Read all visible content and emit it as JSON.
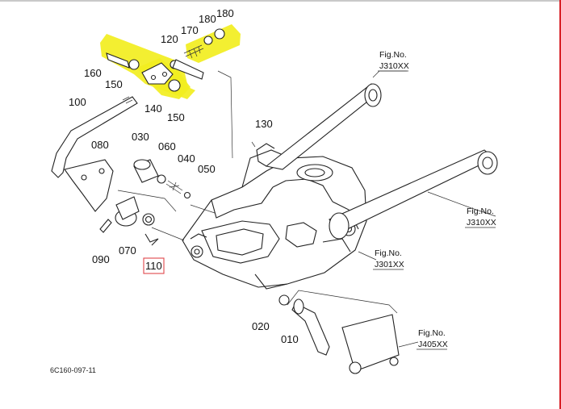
{
  "highlight_color": "#f2ee1f",
  "box_color": "#e0464b",
  "parts": [
    {
      "key": "p180a",
      "label": "180"
    },
    {
      "key": "p180b",
      "label": "180"
    },
    {
      "key": "p170",
      "label": "170"
    },
    {
      "key": "p120",
      "label": "120"
    },
    {
      "key": "p160",
      "label": "160"
    },
    {
      "key": "p150a",
      "label": "150"
    },
    {
      "key": "p140",
      "label": "140"
    },
    {
      "key": "p150b",
      "label": "150"
    },
    {
      "key": "p100",
      "label": "100"
    },
    {
      "key": "p130",
      "label": "130"
    },
    {
      "key": "p080",
      "label": "080"
    },
    {
      "key": "p030",
      "label": "030"
    },
    {
      "key": "p060",
      "label": "060"
    },
    {
      "key": "p040",
      "label": "040"
    },
    {
      "key": "p050",
      "label": "050"
    },
    {
      "key": "p070",
      "label": "070"
    },
    {
      "key": "p090",
      "label": "090"
    },
    {
      "key": "p110",
      "label": "110"
    },
    {
      "key": "p020",
      "label": "020"
    },
    {
      "key": "p010",
      "label": "010"
    }
  ],
  "figure_refs": [
    {
      "title": "Fig.No.",
      "code": "J310XX"
    },
    {
      "title": "Fig.No.",
      "code": "J310XX"
    },
    {
      "title": "Fig.No.",
      "code": "J301XX"
    },
    {
      "title": "Fig.No.",
      "code": "J405XX"
    }
  ],
  "diagram_code": "6C160-097-11"
}
